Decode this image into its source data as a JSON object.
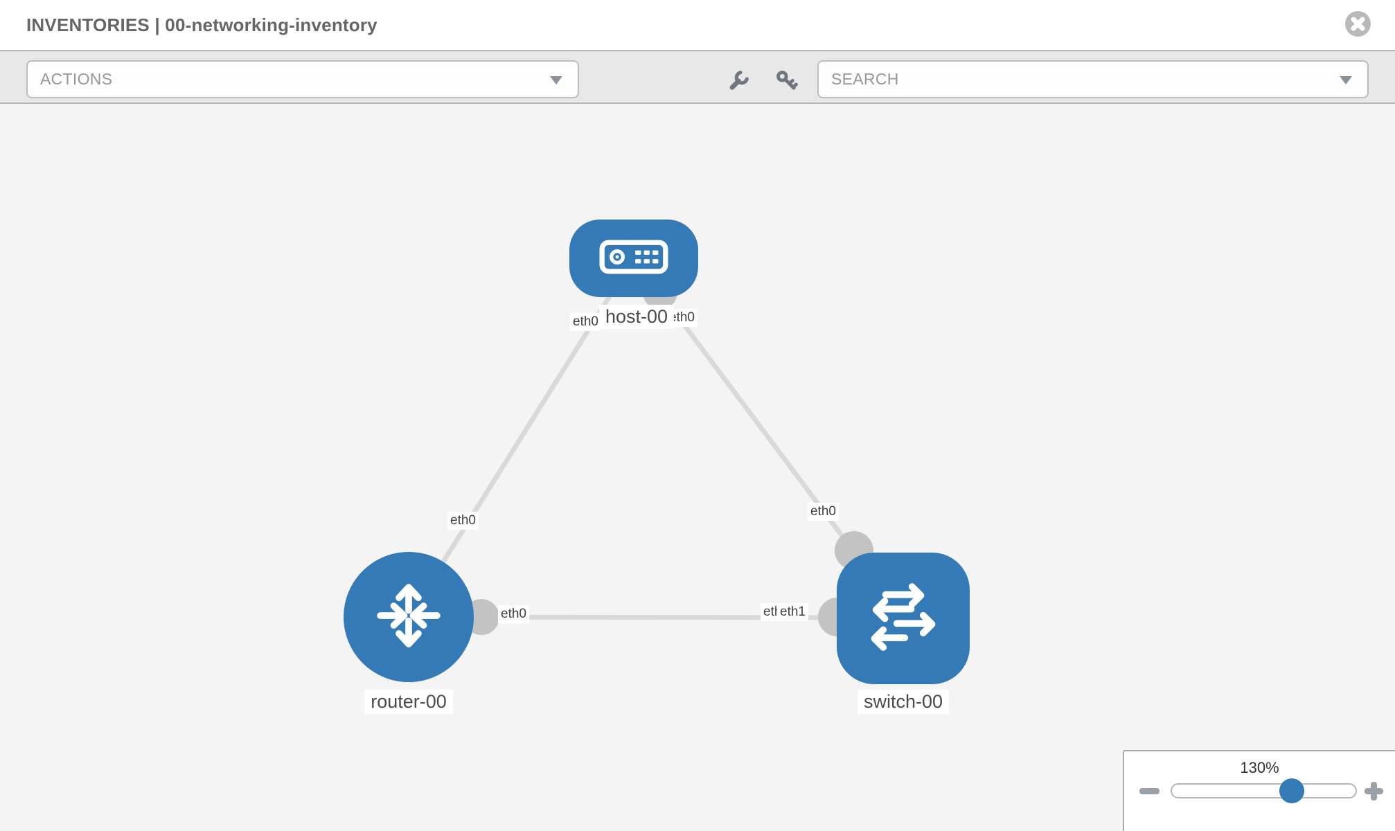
{
  "header": {
    "title": "INVENTORIES | 00-networking-inventory"
  },
  "toolbar": {
    "actions_label": "ACTIONS",
    "search_placeholder": "SEARCH",
    "icons": [
      "wrench-icon",
      "key-icon"
    ]
  },
  "colors": {
    "node_blue": "#337ab7",
    "link_gray": "#d9d9d9",
    "endpoint_gray": "#c3c3c3",
    "canvas_bg": "#f4f4f4",
    "toolbar_bg": "#e8e8e8"
  },
  "topology": {
    "nodes": [
      {
        "label": "host-00",
        "type": "host"
      },
      {
        "label": "router-00",
        "type": "router"
      },
      {
        "label": "switch-00",
        "type": "switch"
      }
    ],
    "links": [
      {
        "from": "router-00",
        "to": "host-00",
        "from_interface": "eth0",
        "to_interface": "eth0"
      },
      {
        "from": "host-00",
        "to": "switch-00",
        "from_interface": "eth0",
        "to_interface": "eth0"
      },
      {
        "from": "router-00",
        "to": "switch-00",
        "from_interface": "eth0",
        "to_interface": "eth1"
      }
    ],
    "interface_labels": [
      "eth0",
      "eth0",
      "eth0",
      "eth0",
      "eth0",
      "eth0",
      "eth1"
    ]
  },
  "zoom_control": {
    "level": "130%"
  }
}
